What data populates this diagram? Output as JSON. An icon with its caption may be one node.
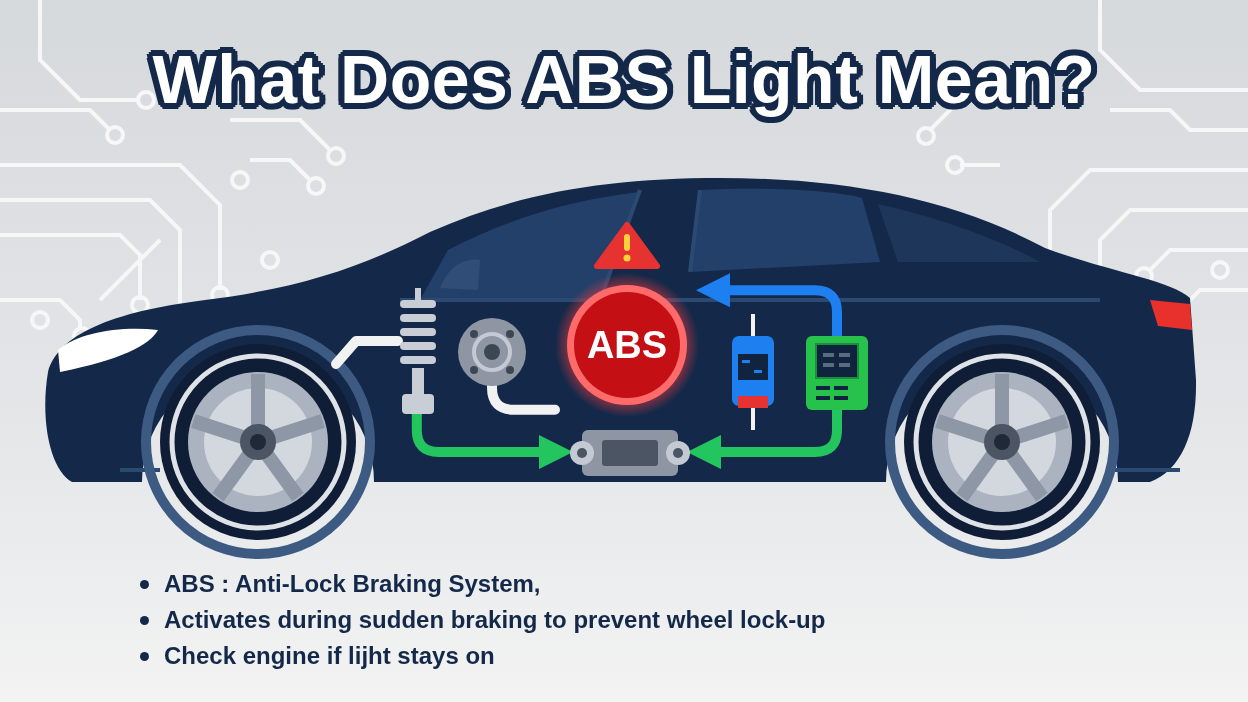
{
  "diagram": {
    "title": "What Does ABS Light Mean?",
    "nodes": [
      {
        "text": [
          "ABS"
        ]
      },
      {
        "text": [],
        "shape": "picture"
      },
      {
        "text": [],
        "shape": "picture"
      },
      {
        "text": [],
        "shape": "picture"
      },
      {
        "text": [],
        "shape": "picture"
      },
      {
        "text": [],
        "shape": "picture"
      }
    ],
    "edges": [
      {
        "from": 1,
        "to": 3,
        "arrow": "to"
      },
      {
        "from": 5,
        "to": 3,
        "arrow": "to"
      },
      {
        "from": 5,
        "to": 0,
        "arrow": "to",
        "color": "#1e7ff0"
      },
      {
        "from": 2,
        "to": 0,
        "arrow": "none",
        "color": "#f2f2f2"
      },
      {
        "from": null,
        "to": 1,
        "arrow": "none",
        "color": "#f2f2f2"
      }
    ],
    "labels": [
      "ABS : Anti-Lock Braking System,",
      "Activates during sudden braking to prevent wheel lock-up",
      "Check engine if lijht stays on"
    ]
  }
}
